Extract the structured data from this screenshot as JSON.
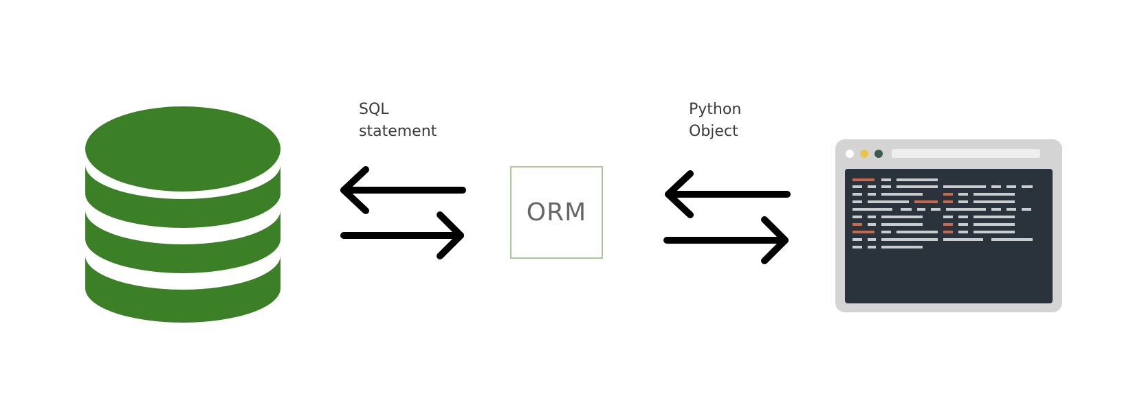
{
  "diagram": {
    "orm_label": "ORM",
    "sql_label": {
      "line1": "SQL",
      "line2": "statement"
    },
    "python_label": {
      "line1": "Python",
      "line2": "Object"
    }
  },
  "colors": {
    "database_green": "#3b7f26",
    "orm_border": "#a9c89a",
    "arrow": "#000000",
    "window_frame": "#d4d4d4",
    "terminal_bg": "#2a333c",
    "dot_white": "#ffffff",
    "dot_yellow": "#e8c54a",
    "dot_dark": "#3f5a50",
    "code_gray": "#c9cdd0",
    "code_red": "#c86a4e"
  },
  "icons": {
    "database": "database-icon",
    "terminal": "terminal-window-icon",
    "arrows": "bidirectional-arrows-icon"
  }
}
